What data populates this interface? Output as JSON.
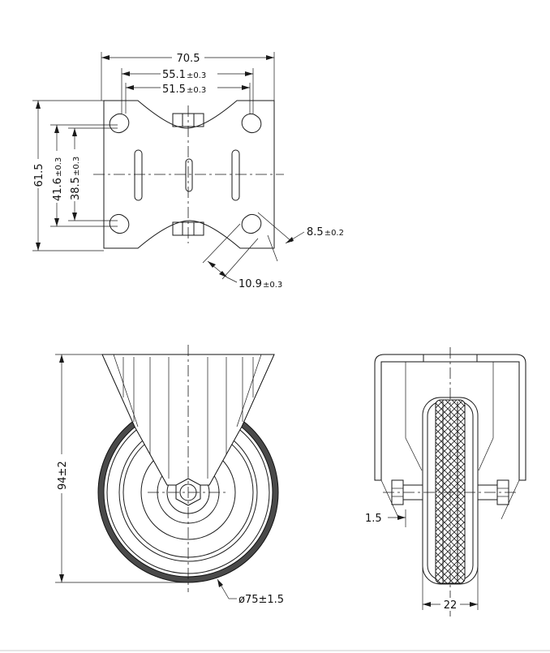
{
  "dimensions": {
    "plate_width": "70.5",
    "hole_span_outer": "55.1",
    "hole_span_outer_tol": "±0.3",
    "hole_span_inner": "51.5",
    "hole_span_inner_tol": "±0.3",
    "plate_height": "61.5",
    "hole_vert_outer": "41.6",
    "hole_vert_outer_tol": "±0.3",
    "hole_vert_inner": "38.5",
    "hole_vert_inner_tol": "±0.3",
    "slot_width": "8.5",
    "slot_width_tol": "±0.2",
    "slot_length": "10.9",
    "slot_length_tol": "±0.3",
    "overall_height": "94",
    "overall_height_tol": "±2",
    "wheel_diameter": "ø75",
    "wheel_diameter_tol": "±1.5",
    "fork_gap": "1.5",
    "wheel_width": "22"
  }
}
